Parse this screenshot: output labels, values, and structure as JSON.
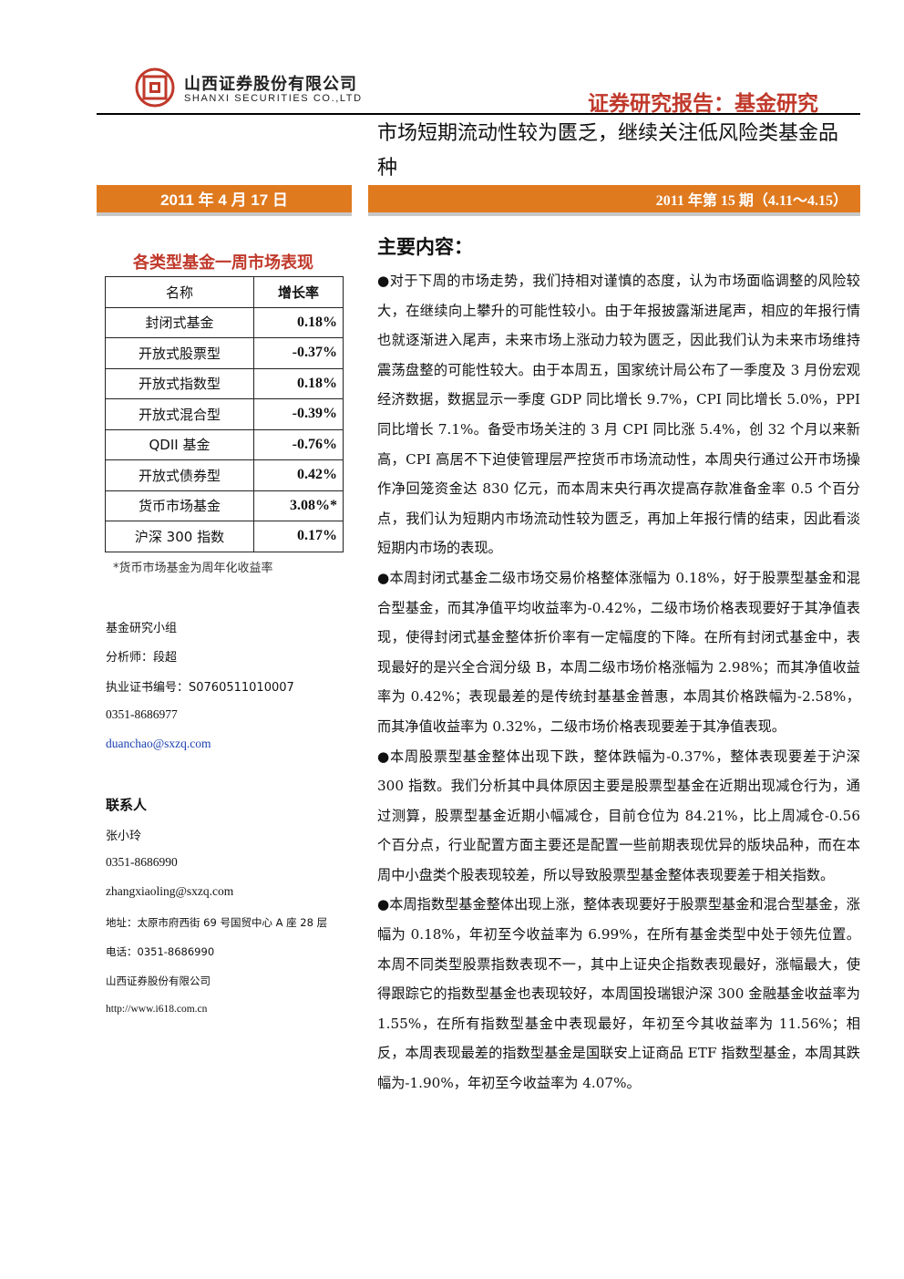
{
  "header": {
    "company_cn": "山西证券股份有限公司",
    "company_en": "SHANXI SECURITIES CO.,LTD",
    "report_type": "证券研究报告：基金研究"
  },
  "title": "市场短期流动性较为匮乏，继续关注低风险类基金品种",
  "date": "2011 年 4 月 17 日",
  "issue": "2011 年第 15 期（4.11～4.15）",
  "perf_table": {
    "title": "各类型基金一周市场表现",
    "col_name": "名称",
    "col_value": "增长率",
    "rows": [
      {
        "name": "封闭式基金",
        "value": "0.18%"
      },
      {
        "name": "开放式股票型",
        "value": "-0.37%"
      },
      {
        "name": "开放式指数型",
        "value": "0.18%"
      },
      {
        "name": "开放式混合型",
        "value": "-0.39%"
      },
      {
        "name": "QDII 基金",
        "value": "-0.76%"
      },
      {
        "name": "开放式债券型",
        "value": "0.42%"
      },
      {
        "name": "货币市场基金",
        "value": "3.08%*"
      },
      {
        "name": "沪深 300 指数",
        "value": "0.17%"
      }
    ],
    "note": "*货币市场基金为周年化收益率"
  },
  "analyst": {
    "group": "基金研究小组",
    "name": "分析师：段超",
    "cert": "执业证书编号：S0760511010007",
    "phone": "0351-8686977",
    "email": "duanchao@sxzq.com"
  },
  "contact": {
    "heading": "联系人",
    "name": "张小玲",
    "phone": "0351-8686990",
    "email": "zhangxiaoling@sxzq.com",
    "address": "地址：太原市府西街 69 号国贸中心 A 座 28 层",
    "tel": "电话：0351-8686990",
    "company": "山西证券股份有限公司",
    "website": "http://www.i618.com.cn"
  },
  "main": {
    "heading": "主要内容：",
    "paragraphs": [
      "●对于下周的市场走势，我们持相对谨慎的态度，认为市场面临调整的风险较大，在继续向上攀升的可能性较小。由于年报披露渐进尾声，相应的年报行情也就逐渐进入尾声，未来市场上涨动力较为匮乏，因此我们认为未来市场维持震荡盘整的可能性较大。由于本周五，国家统计局公布了一季度及 3 月份宏观经济数据，数据显示一季度 GDP 同比增长 9.7%，CPI 同比增长 5.0%，PPI 同比增长 7.1%。备受市场关注的 3 月 CPI 同比涨 5.4%，创 32 个月以来新高，CPI 高居不下迫使管理层严控货币市场流动性，本周央行通过公开市场操作净回笼资金达 830 亿元，而本周末央行再次提高存款准备金率 0.5 个百分点，我们认为短期内市场流动性较为匮乏，再加上年报行情的结束，因此看淡短期内市场的表现。",
      "●本周封闭式基金二级市场交易价格整体涨幅为 0.18%，好于股票型基金和混合型基金，而其净值平均收益率为-0.42%，二级市场价格表现要好于其净值表现，使得封闭式基金整体折价率有一定幅度的下降。在所有封闭式基金中，表现最好的是兴全合润分级 B，本周二级市场价格涨幅为 2.98%；而其净值收益率为 0.42%；表现最差的是传统封基基金普惠，本周其价格跌幅为-2.58%，而其净值收益率为 0.32%，二级市场价格表现要差于其净值表现。",
      "●本周股票型基金整体出现下跌，整体跌幅为-0.37%，整体表现要差于沪深 300 指数。我们分析其中具体原因主要是股票型基金在近期出现减仓行为，通过测算，股票型基金近期小幅减仓，目前仓位为 84.21%，比上周减仓-0.56 个百分点，行业配置方面主要还是配置一些前期表现优异的版块品种，而在本周中小盘类个股表现较差，所以导致股票型基金整体表现要差于相关指数。",
      "●本周指数型基金整体出现上涨，整体表现要好于股票型基金和混合型基金，涨幅为 0.18%，年初至今收益率为 6.99%，在所有基金类型中处于领先位置。本周不同类型股票指数表现不一，其中上证央企指数表现最好，涨幅最大，使得跟踪它的指数型基金也表现较好，本周国投瑞银沪深 300 金融基金收益率为 1.55%，在所有指数型基金中表现最好，年初至今其收益率为 11.56%；相反，本周表现最差的指数型基金是国联安上证商品 ETF 指数型基金，本周其跌幅为-1.90%，年初至今收益率为 4.07%。"
    ]
  }
}
